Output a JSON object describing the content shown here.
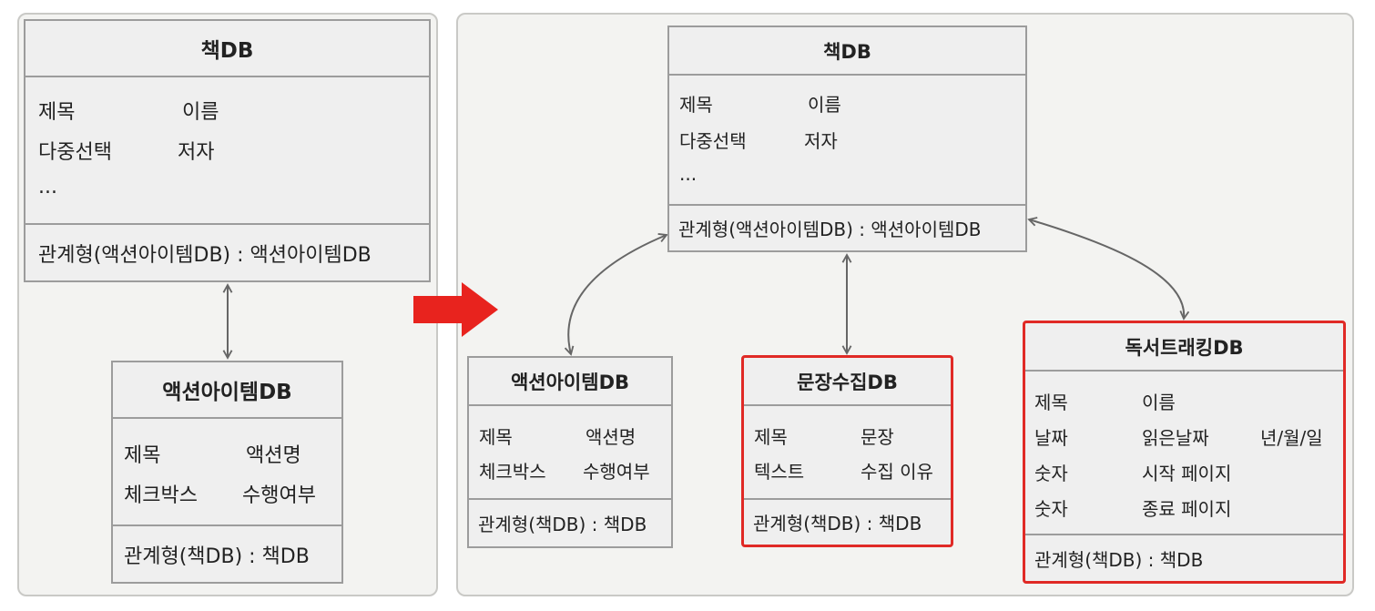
{
  "colors": {
    "panel_bg": "#f3f3f1",
    "box_bg": "#efefef",
    "box_border": "#9c9c9c",
    "highlight_border": "#e02a26",
    "transition_arrow": "#e8231e",
    "connector": "#666666"
  },
  "before": {
    "book_db": {
      "title": "책DB",
      "fields": [
        [
          "제목",
          "이름"
        ],
        [
          "다중선택",
          "저자"
        ],
        [
          "...",
          ""
        ]
      ],
      "relation": "관계형(액션아이템DB) : 액션아이템DB"
    },
    "action_db": {
      "title": "액션아이템DB",
      "fields": [
        [
          "제목",
          "액션명"
        ],
        [
          "체크박스",
          "수행여부"
        ]
      ],
      "relation": "관계형(책DB) : 책DB"
    }
  },
  "after": {
    "book_db": {
      "title": "책DB",
      "fields": [
        [
          "제목",
          "이름"
        ],
        [
          "다중선택",
          "저자"
        ],
        [
          "...",
          ""
        ]
      ],
      "relation": "관계형(액션아이템DB) : 액션아이템DB"
    },
    "action_db": {
      "title": "액션아이템DB",
      "fields": [
        [
          "제목",
          "액션명"
        ],
        [
          "체크박스",
          "수행여부"
        ]
      ],
      "relation": "관계형(책DB) : 책DB"
    },
    "sentence_db": {
      "title": "문장수집DB",
      "fields": [
        [
          "제목",
          "문장"
        ],
        [
          "텍스트",
          "수집 이유"
        ]
      ],
      "relation": "관계형(책DB) : 책DB"
    },
    "tracking_db": {
      "title": "독서트래킹DB",
      "fields": [
        [
          "제목",
          "이름",
          ""
        ],
        [
          "날짜",
          "읽은날짜",
          "년/월/일"
        ],
        [
          "숫자",
          "시작 페이지",
          ""
        ],
        [
          "숫자",
          "종료 페이지",
          ""
        ]
      ],
      "relation": "관계형(책DB) : 책DB"
    }
  }
}
